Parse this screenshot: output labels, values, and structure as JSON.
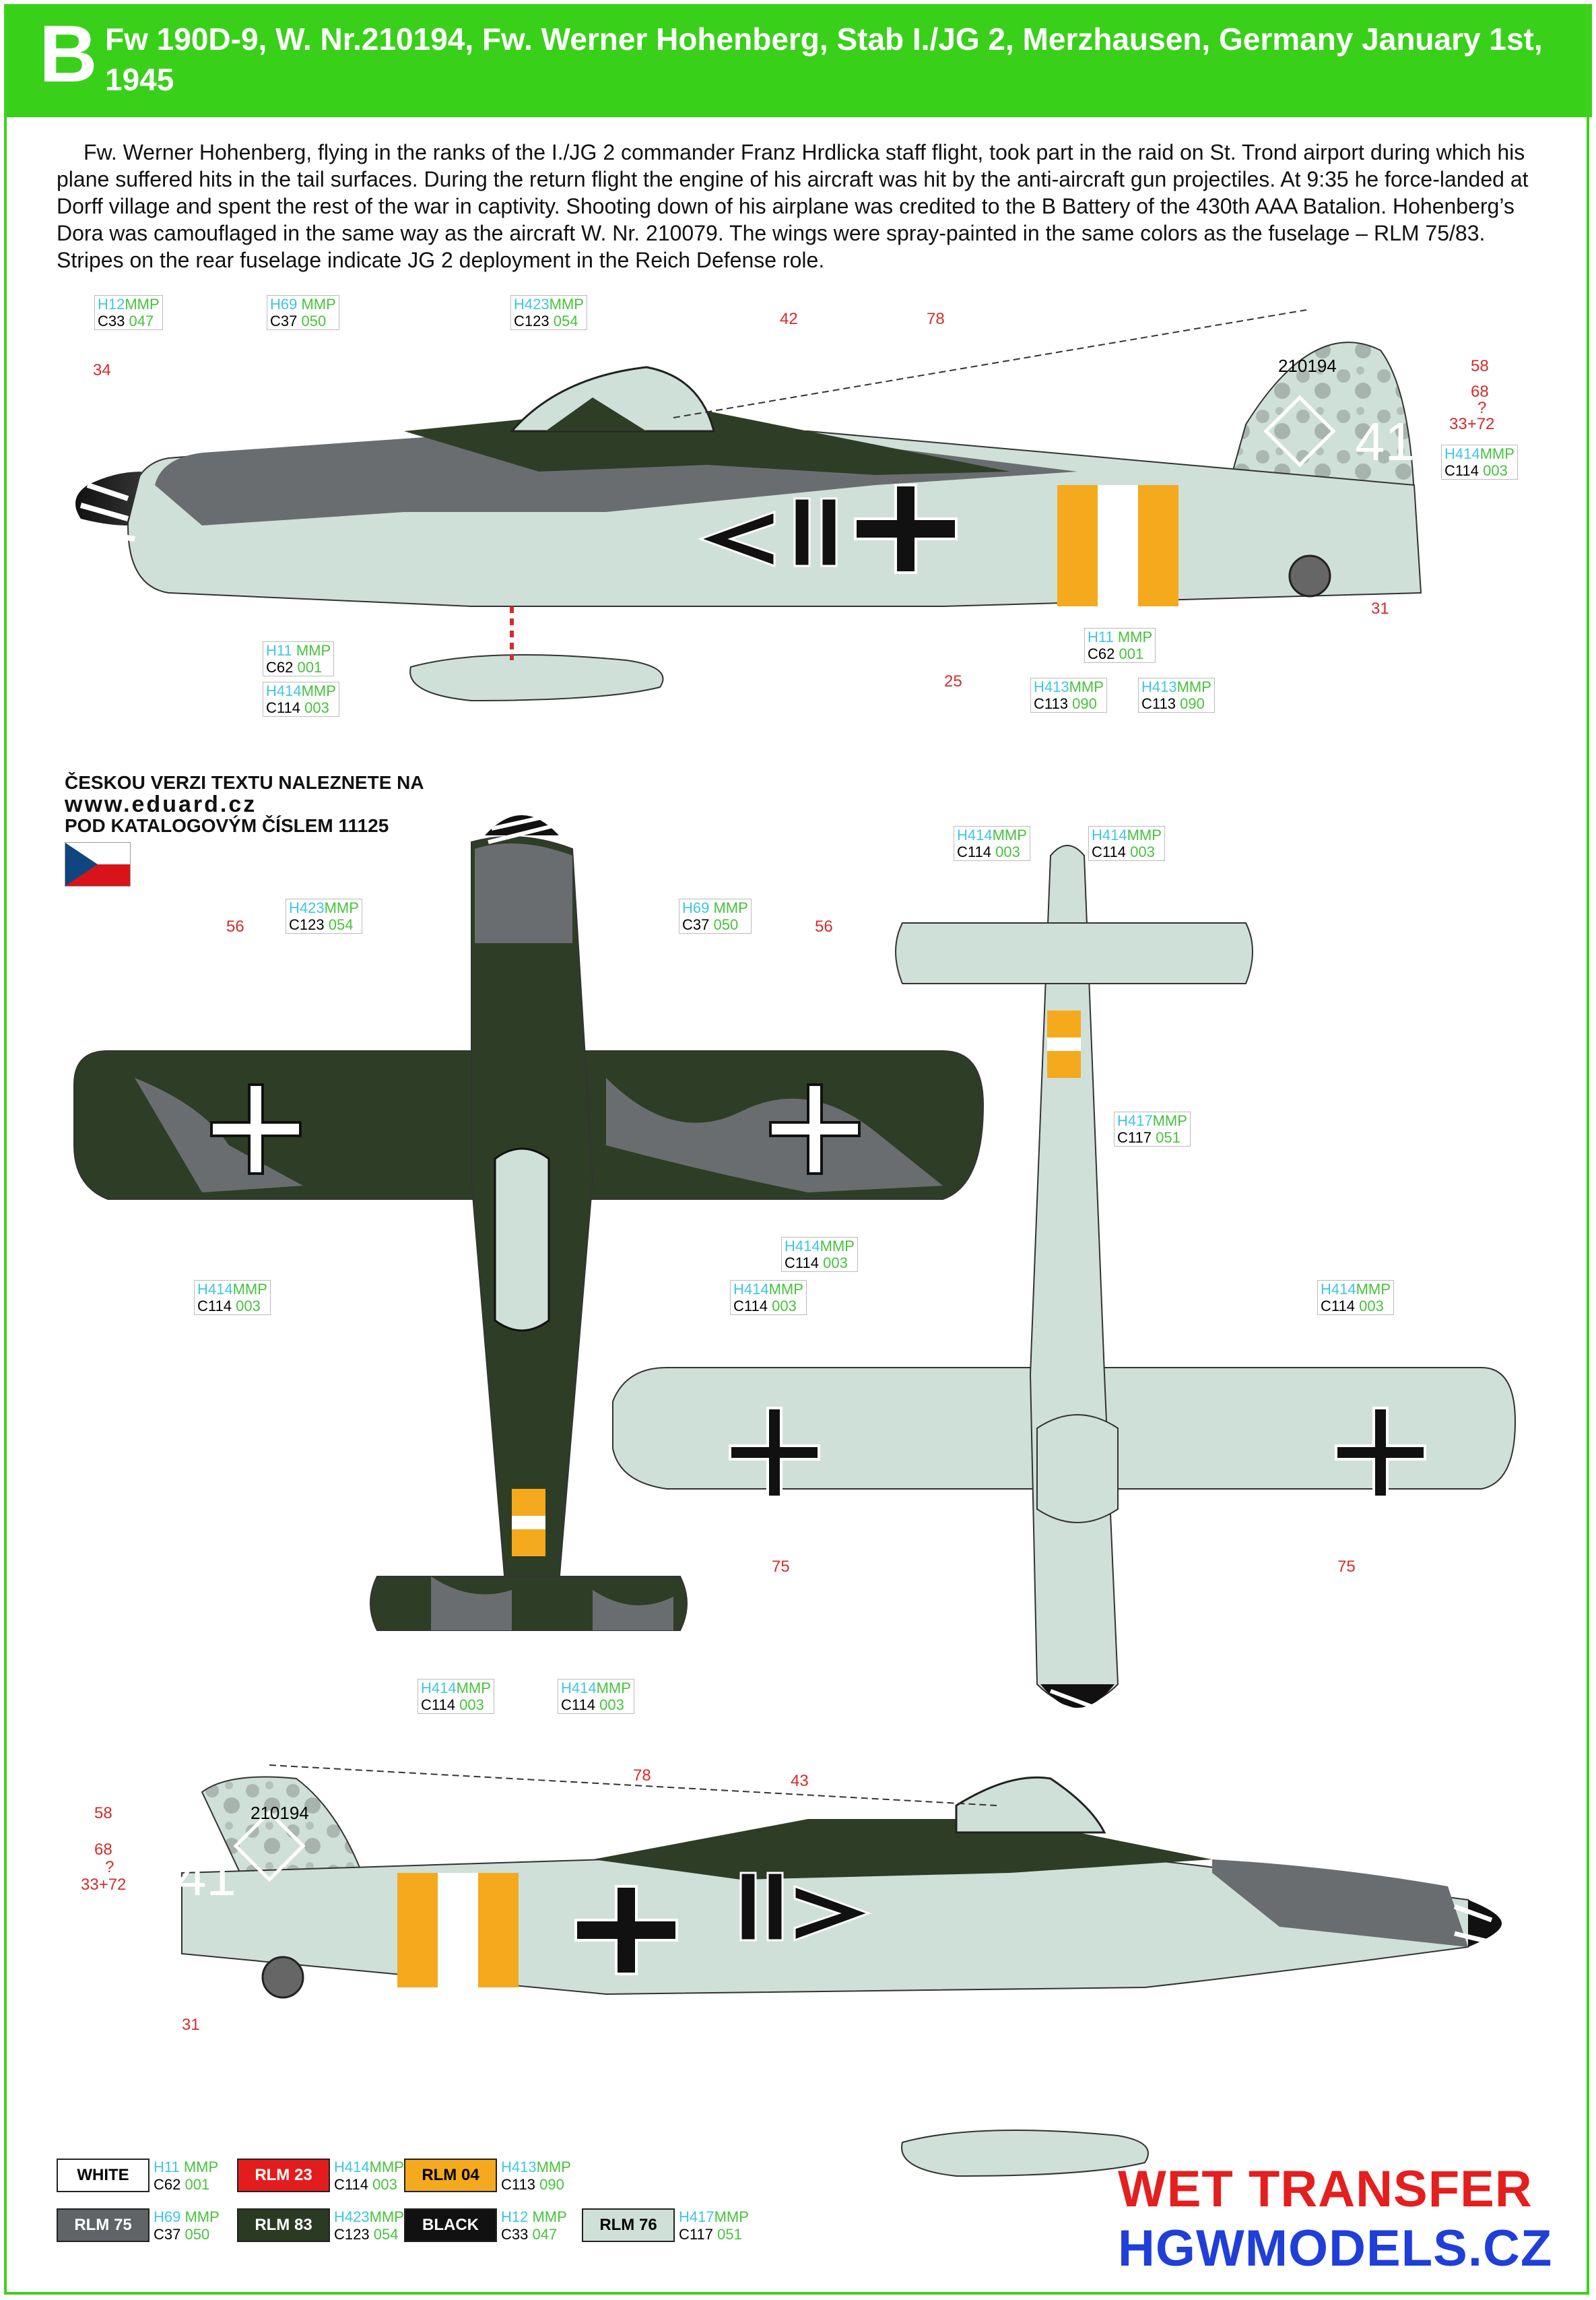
{
  "header": {
    "letter": "B",
    "title": "Fw 190D-9, W. Nr.210194, Fw. Werner Hohenberg, Stab I./JG 2, Merzhausen, Germany January 1st, 1945"
  },
  "description": "Fw. Werner Hohenberg, flying in the ranks of the I./JG 2 commander Franz Hrdlicka staff flight, took part in the raid on St. Trond airport during which his plane suffered hits in the tail surfaces. During the return flight the engine of his aircraft was hit by the anti-aircraft gun projectiles. At 9:35 he force-landed at Dorff village and spent the rest of the war in captivity. Shooting down of his airplane was credited to the B Battery of the 430th AAA Batalion. Hohenberg’s Dora was camouflaged in the same way as the aircraft W. Nr. 210079. The wings were spray-painted in the same colors as the fuselage – RLM 75/83. Stripes on the rear fuselage indicate JG 2 deployment in the Reich Defense role.",
  "czech_note": {
    "line1": "ČESKOU VERZI TEXTU NALEZNETE NA",
    "line2": "www.eduard.cz",
    "line3": "POD KATALOGOVÝM ČÍSLEM 11125"
  },
  "aircraft_markings": {
    "werknummer": "210194",
    "tactical_number": "41"
  },
  "callouts": [
    {
      "h": "H12",
      "m": "MMP",
      "c": "C33",
      "n": "047"
    },
    {
      "h": "H69",
      "m": "MMP",
      "c": "C37",
      "n": "050"
    },
    {
      "h": "H423",
      "m": "MMP",
      "c": "C123",
      "n": "054"
    },
    {
      "h": "H414",
      "m": "MMP",
      "c": "C114",
      "n": "003"
    },
    {
      "h": "H11",
      "m": "MMP",
      "c": "C62",
      "n": "001"
    },
    {
      "h": "H414",
      "m": "MMP",
      "c": "C114",
      "n": "003"
    },
    {
      "h": "H11",
      "m": "MMP",
      "c": "C62",
      "n": "001"
    },
    {
      "h": "H413",
      "m": "MMP",
      "c": "C113",
      "n": "090"
    },
    {
      "h": "H413",
      "m": "MMP",
      "c": "C113",
      "n": "090"
    },
    {
      "h": "H414",
      "m": "MMP",
      "c": "C114",
      "n": "003"
    },
    {
      "h": "H414",
      "m": "MMP",
      "c": "C114",
      "n": "003"
    },
    {
      "h": "H423",
      "m": "MMP",
      "c": "C123",
      "n": "054"
    },
    {
      "h": "H69",
      "m": "MMP",
      "c": "C37",
      "n": "050"
    },
    {
      "h": "H417",
      "m": "MMP",
      "c": "C117",
      "n": "051"
    },
    {
      "h": "H414",
      "m": "MMP",
      "c": "C114",
      "n": "003"
    },
    {
      "h": "H414",
      "m": "MMP",
      "c": "C114",
      "n": "003"
    },
    {
      "h": "H414",
      "m": "MMP",
      "c": "C114",
      "n": "003"
    },
    {
      "h": "H414",
      "m": "MMP",
      "c": "C114",
      "n": "003"
    },
    {
      "h": "H414",
      "m": "MMP",
      "c": "C114",
      "n": "003"
    },
    {
      "h": "H414",
      "m": "MMP",
      "c": "C114",
      "n": "003"
    }
  ],
  "numbers": [
    "34",
    "42",
    "78",
    "58",
    "68",
    "?",
    "33+72",
    "31",
    "25",
    "56",
    "56",
    "75",
    "75",
    "58",
    "68",
    "?",
    "33+72",
    "31",
    "78",
    "43"
  ],
  "legend": [
    {
      "name": "WHITE",
      "color": "#ffffff",
      "text": "#000000",
      "h": "H11",
      "m": "MMP",
      "c": "C62",
      "n": "001"
    },
    {
      "name": "RLM 23",
      "color": "#e31d1d",
      "text": "#ffffff",
      "h": "H414",
      "m": "MMP",
      "c": "C114",
      "n": "003"
    },
    {
      "name": "RLM 04",
      "color": "#f4aa1c",
      "text": "#000000",
      "h": "H413",
      "m": "MMP",
      "c": "C113",
      "n": "090"
    },
    {
      "name": "RLM 75",
      "color": "#616466",
      "text": "#ffffff",
      "h": "H69",
      "m": "MMP",
      "c": "C37",
      "n": "050"
    },
    {
      "name": "RLM 83",
      "color": "#2b3a22",
      "text": "#ffffff",
      "h": "H423",
      "m": "MMP",
      "c": "C123",
      "n": "054"
    },
    {
      "name": "BLACK",
      "color": "#111111",
      "text": "#ffffff",
      "h": "H12",
      "m": "MMP",
      "c": "C33",
      "n": "047"
    },
    {
      "name": "RLM 76",
      "color": "#cfe0d8",
      "text": "#000000",
      "h": "H417",
      "m": "MMP",
      "c": "C117",
      "n": "051"
    }
  ],
  "branding": {
    "line1": "WET TRANSFER",
    "line2": "HGWMODELS.CZ"
  },
  "colors": {
    "accent_green": "#39d01a",
    "rlm76": "#cfe0d8",
    "rlm83": "#2e3e26",
    "rlm75": "#6a6d70",
    "rlm04": "#f4aa1c"
  }
}
